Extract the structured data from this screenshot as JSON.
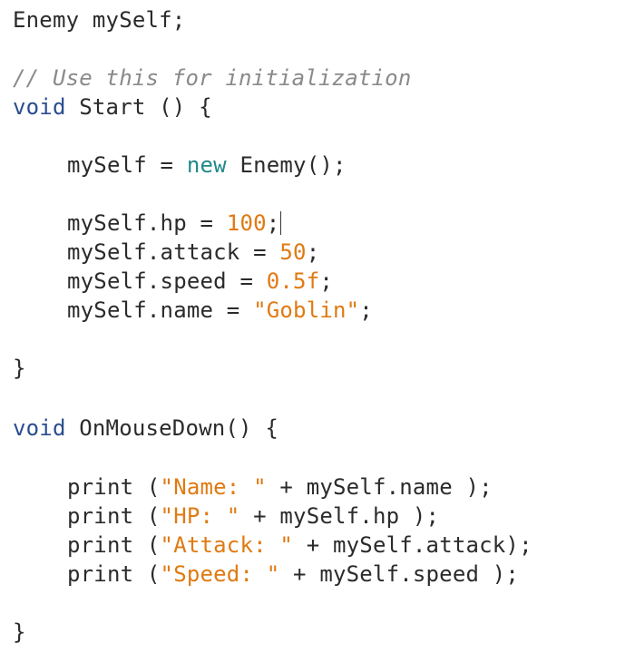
{
  "editor": {
    "colors": {
      "keyword": "#2a4d8f",
      "new_keyword": "#1f8a8a",
      "number": "#e07a12",
      "string": "#e07a12",
      "comment": "#8a8a8a",
      "text": "#2b2b2b",
      "background": "#ffffff"
    },
    "lines": {
      "l1": {
        "type": "Enemy",
        "rest": " mySelf;"
      },
      "l3": {
        "comment": "// Use this for initialization"
      },
      "l4": {
        "kw": "void",
        "rest": " Start () {"
      },
      "l6": {
        "pre": "mySelf = ",
        "new": "new",
        "post": " Enemy();"
      },
      "l8": {
        "pre": "mySelf.hp = ",
        "num": "100",
        "post": ";"
      },
      "l9": {
        "pre": "mySelf.attack = ",
        "num": "50",
        "post": ";"
      },
      "l10": {
        "pre": "mySelf.speed = ",
        "num": "0.5f",
        "post": ";"
      },
      "l11": {
        "pre": "mySelf.name = ",
        "str": "\"Goblin\"",
        "post": ";"
      },
      "l13": {
        "text": "}"
      },
      "l15": {
        "kw": "void",
        "rest": " OnMouseDown() {"
      },
      "l17": {
        "pre": "print (",
        "str": "\"Name: \"",
        "post": " + mySelf.name );"
      },
      "l18": {
        "pre": "print (",
        "str": "\"HP: \"",
        "post": " + mySelf.hp );"
      },
      "l19": {
        "pre": "print (",
        "str": "\"Attack: \"",
        "post": " + mySelf.attack);"
      },
      "l20": {
        "pre": "print (",
        "str": "\"Speed: \"",
        "post": " + mySelf.speed );"
      },
      "l22": {
        "text": "}"
      }
    }
  }
}
